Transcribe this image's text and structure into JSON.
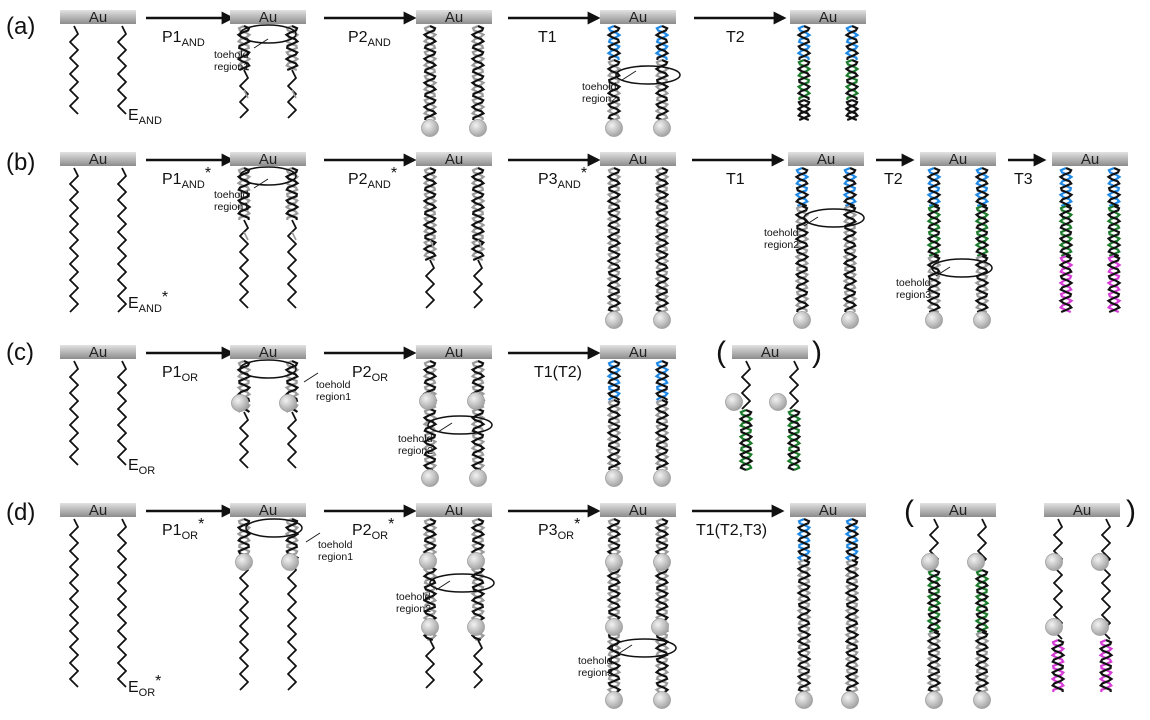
{
  "substrate_label": "Au",
  "toehold_word": "toehold",
  "panels": [
    {
      "label": "(a)",
      "electrode": {
        "base": "E",
        "sub": "AND",
        "sup": ""
      },
      "arrows": [
        {
          "base": "P1",
          "sub": "AND",
          "sup": ""
        },
        {
          "base": "P2",
          "sub": "AND",
          "sup": ""
        },
        {
          "base": "T1",
          "sub": "",
          "sup": ""
        },
        {
          "base": "T2",
          "sub": "",
          "sup": ""
        }
      ],
      "toehold_labels": [
        "region1",
        "region2"
      ]
    },
    {
      "label": "(b)",
      "electrode": {
        "base": "E",
        "sub": "AND",
        "sup": "*"
      },
      "arrows": [
        {
          "base": "P1",
          "sub": "AND",
          "sup": "*"
        },
        {
          "base": "P2",
          "sub": "AND",
          "sup": "*"
        },
        {
          "base": "P3",
          "sub": "AND",
          "sup": "*"
        },
        {
          "base": "T1",
          "sub": "",
          "sup": ""
        },
        {
          "base": "T2",
          "sub": "",
          "sup": ""
        },
        {
          "base": "T3",
          "sub": "",
          "sup": ""
        }
      ],
      "toehold_labels": [
        "region1",
        "region2",
        "region3"
      ]
    },
    {
      "label": "(c)",
      "electrode": {
        "base": "E",
        "sub": "OR",
        "sup": ""
      },
      "arrows": [
        {
          "base": "P1",
          "sub": "OR",
          "sup": ""
        },
        {
          "base": "P2",
          "sub": "OR",
          "sup": ""
        },
        {
          "base": "T1(T2)",
          "sub": "",
          "sup": ""
        }
      ],
      "toehold_labels": [
        "region1",
        "region2"
      ]
    },
    {
      "label": "(d)",
      "electrode": {
        "base": "E",
        "sub": "OR",
        "sup": "*"
      },
      "arrows": [
        {
          "base": "P1",
          "sub": "OR",
          "sup": "*"
        },
        {
          "base": "P2",
          "sub": "OR",
          "sup": "*"
        },
        {
          "base": "P3",
          "sub": "OR",
          "sup": "*"
        },
        {
          "base": "T1(T2,T3)",
          "sub": "",
          "sup": ""
        }
      ],
      "toehold_labels": [
        "region1",
        "region2",
        "region3"
      ]
    }
  ],
  "paren_open": "(",
  "paren_close": ")",
  "colors": {
    "strand": "#111111",
    "probe": "#9a9a9a",
    "bead": "#bdbdbd",
    "target1": "#1e88e5",
    "target2": "#1b7a2b",
    "target3": "#d63bd6",
    "electrode_light": "#d8d8d8",
    "electrode_dark": "#8c8c8c"
  }
}
